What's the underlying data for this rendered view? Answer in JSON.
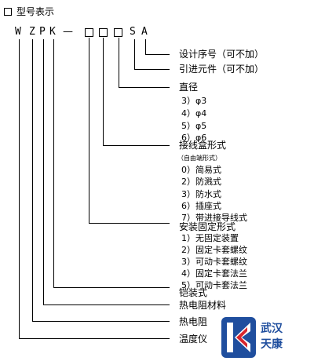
{
  "title": "型号表示",
  "code": {
    "letters": [
      "W",
      "Z",
      "P",
      "K"
    ],
    "dash": "—",
    "suffix": [
      "S",
      "A"
    ]
  },
  "labels": {
    "serial": "设计序号（可不加）",
    "lead": "引进元件（可不加）",
    "diameter": "直径",
    "box_type": "接线盒形式",
    "box_note": "（自由端形式）",
    "mount": "安装固定形式",
    "armored": "铠装式",
    "material": "热电阻材料",
    "rtd": "热电阻",
    "thermometer": "温度仪"
  },
  "diameter_options": [
    "3）φ3",
    "4）φ4",
    "5）φ5",
    "6）φ6"
  ],
  "box_options": [
    "0）简易式",
    "2）防溅式",
    "3）防水式",
    "6）插座式",
    "7）带进接导线式"
  ],
  "mount_options": [
    "1）无固定装置",
    "2）固定卡套螺纹",
    "3）可动卡套螺纹",
    "4）固定卡套法兰",
    "5）可动卡套法兰"
  ],
  "logo": {
    "line1": "武汉",
    "line2": "天康",
    "color_blue": "#1f4e9e",
    "color_red": "#d8262e"
  }
}
